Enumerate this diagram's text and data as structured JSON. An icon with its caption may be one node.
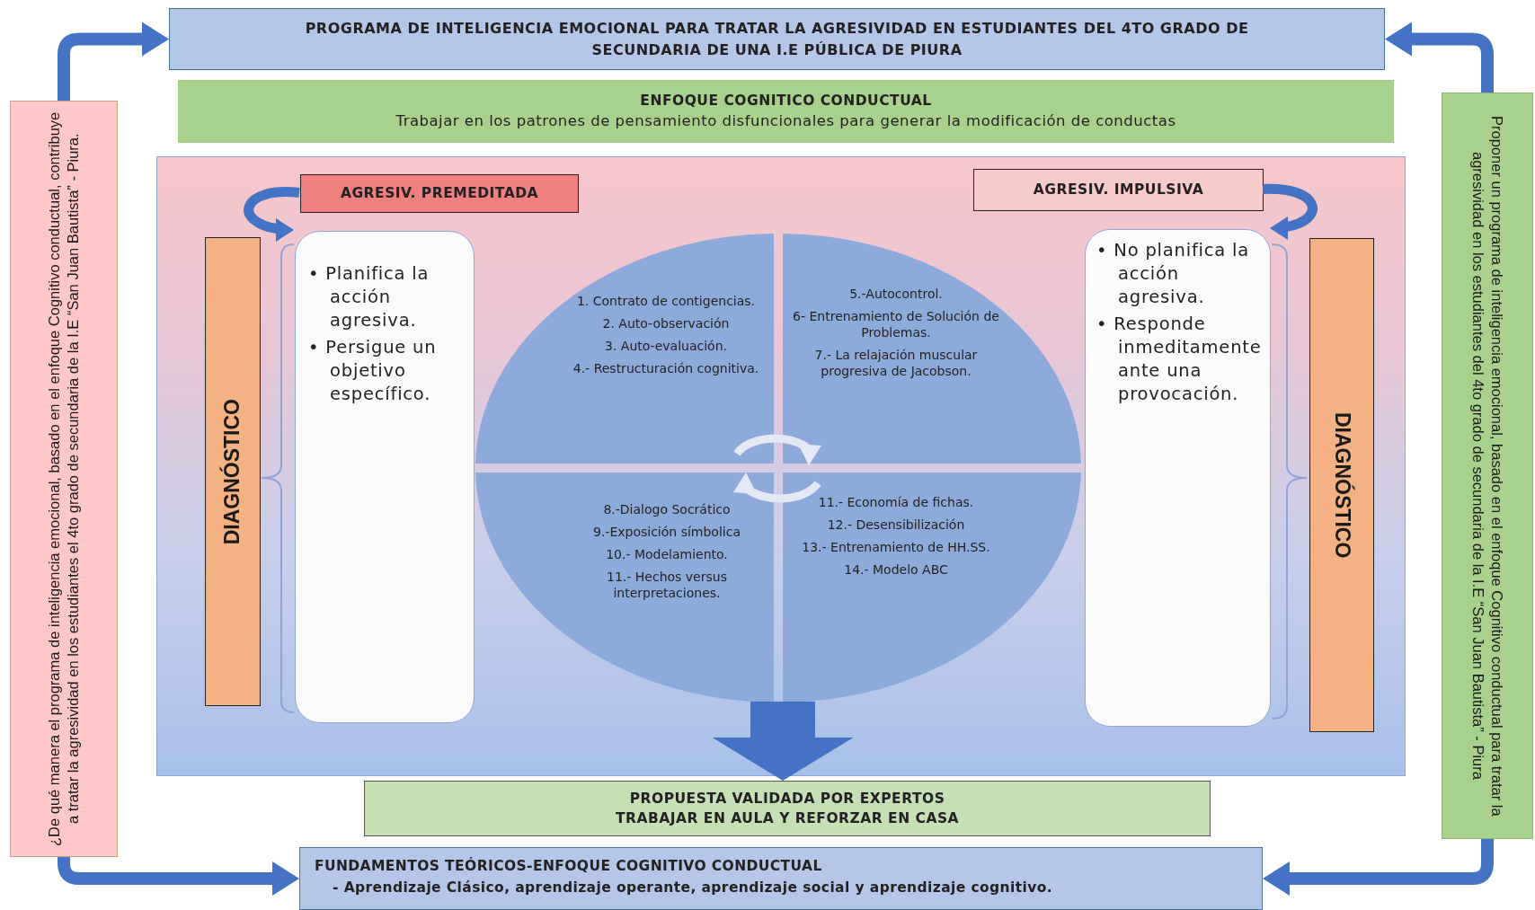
{
  "diagram": {
    "nodes": [
      {
        "text": [
          "PROGRAMA DE INTELIGENCIA EMOCIONAL PARA TRATAR LA AGRESIVIDAD EN ESTUDIANTES DEL 4TO GRADO DE SECUNDARIA DE UNA I.E PÚBLICA DE PIURA"
        ]
      },
      {
        "text": [
          "ENFOQUE COGNITICO CONDUCTUAL",
          "Trabajar en los patrones de pensamiento disfuncionales para generar la modificación de conductas"
        ]
      },
      {
        "text": [
          "¿De qué manera el programa de inteligencia emocional, basado en el enfoque Cognitivo conductual, contribuye a tratar la agresividad en los estudiantes el 4to grado de secundaria de la I.E “San Juan Bautista” - Piura."
        ]
      },
      {
        "text": [
          "Proponer un programa de inteligencia emocional, basado en el enfoque Cognitivo conductual para tratar la agresividad en los estudiantes del 4to grado de secundaria de la I.E “San Juan Bautista” - Piura"
        ]
      },
      {
        "text": [],
        "shape": "box"
      },
      {
        "text": [
          "AGRESIV. PREMEDITADA"
        ],
        "in": 4
      },
      {
        "text": [
          "AGRESIV. IMPULSIVA"
        ],
        "in": 4
      },
      {
        "text": [
          "DIAGNÓSTICO"
        ],
        "in": 4
      },
      {
        "text": [
          "• Planifica la acción agresiva.",
          "• Persigue un objetivo específico."
        ],
        "in": 4
      },
      {
        "text": [
          "1. Contrato de contigencias.",
          "2. Auto-observación",
          "3. Auto-evaluación.",
          "4.- Restructuración cognitiva."
        ],
        "in": 4
      },
      {
        "text": [
          "5.-Autocontrol.",
          "6- Entrenamiento de Solución de Problemas.",
          "7.- La relajación muscular progresiva de Jacobson."
        ],
        "in": 4
      },
      {
        "text": [
          "8.-Dialogo Socrático",
          "9.-Exposición símbolica",
          "10.- Modelamiento.",
          "11.- Hechos versus interpretaciones."
        ],
        "in": 4
      },
      {
        "text": [
          "11.- Economía de fichas.",
          "12.- Desensibilización",
          "13.- Entrenamiento de HH.SS.",
          "14.- Modelo ABC"
        ],
        "in": 4
      },
      {
        "text": [
          "• No planifica la acción agresiva.",
          "• Responde inmeditamente ante una provocación."
        ],
        "in": 4
      },
      {
        "text": [
          "DIAGNÓSTICO"
        ],
        "in": 4
      },
      {
        "text": [
          "PROPUESTA VALIDADA POR EXPERTOS",
          "TRABAJAR EN AULA Y REFORZAR EN CASA"
        ]
      },
      {
        "text": [
          "FUNDAMENTOS TEÓRICOS-ENFOQUE COGNITIVO CONDUCTUAL",
          "- Aprendizaje Clásico, aprendizaje operante, aprendizaje social y aprendizaje cognitivo."
        ]
      }
    ],
    "edges": [
      {
        "from": 2,
        "to": 0,
        "arrow": "to"
      },
      {
        "from": 2,
        "to": 16,
        "arrow": "to"
      },
      {
        "from": 3,
        "to": 0,
        "arrow": "to"
      },
      {
        "from": 3,
        "to": 16,
        "arrow": "to"
      },
      {
        "from": 5,
        "to": 8,
        "arrow": "to"
      },
      {
        "from": 6,
        "to": 13,
        "arrow": "to"
      },
      {
        "from": 12,
        "to": 15,
        "arrow": "to"
      }
    ]
  }
}
